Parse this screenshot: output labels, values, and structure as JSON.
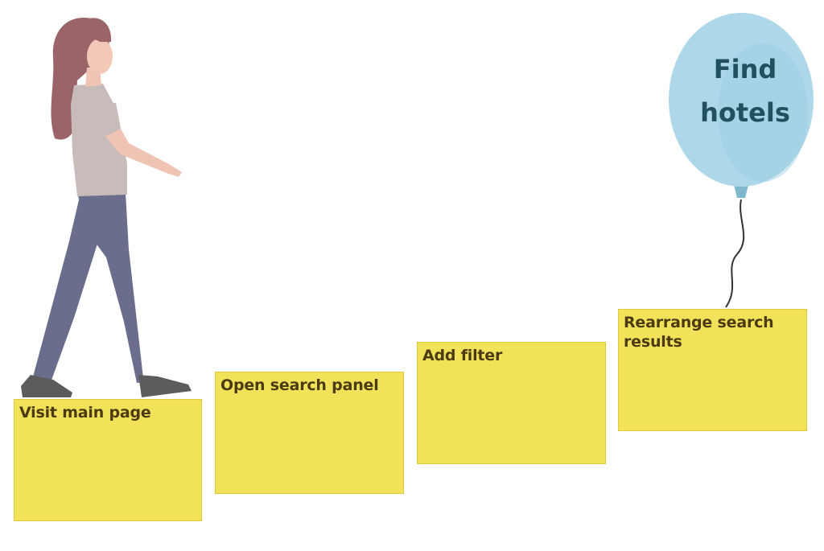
{
  "goal_balloon": {
    "line1": "Find",
    "line2": "hotels",
    "color": "#aed7e9",
    "text_color": "#22505f"
  },
  "steps": [
    {
      "label": "Visit main page"
    },
    {
      "label": "Open search panel"
    },
    {
      "label": "Add filter"
    },
    {
      "label": "Rearrange search results"
    }
  ],
  "colors": {
    "sticky_note": "#f2e25a",
    "sticky_note_border": "#ddc93a",
    "note_text": "#4a3b12"
  }
}
